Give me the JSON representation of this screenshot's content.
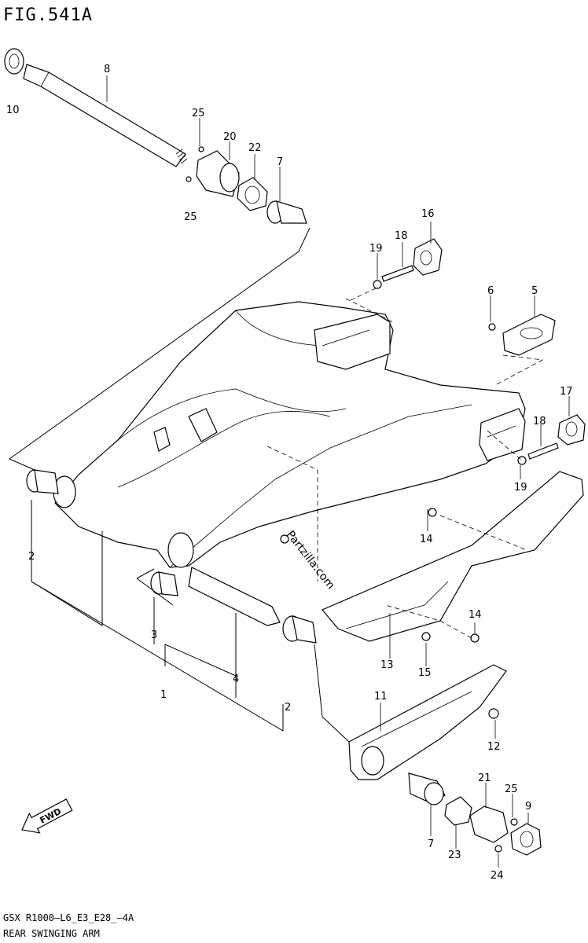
{
  "figure": {
    "title": "FIG.541A",
    "footer_code": "GSX R1000—L6_E3_E28_—4A",
    "footer_name": "REAR SWINGING ARM",
    "watermark": "Partzilla.com",
    "fwd_label": "FWD"
  },
  "callouts": [
    "1",
    "2",
    "2",
    "3",
    "4",
    "5",
    "6",
    "7",
    "7",
    "8",
    "9",
    "10",
    "11",
    "12",
    "13",
    "14",
    "14",
    "15",
    "16",
    "17",
    "18",
    "18",
    "19",
    "19",
    "20",
    "21",
    "22",
    "23",
    "24",
    "25",
    "25",
    "25"
  ]
}
